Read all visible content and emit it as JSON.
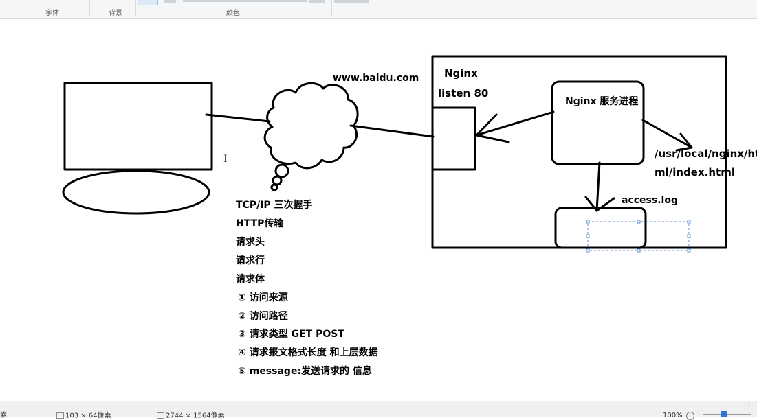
{
  "ribbon": {
    "font_group": "字体",
    "background_group": "背景",
    "color_group": "颜色"
  },
  "canvas": {
    "url_label": "www.baidu.com",
    "nginx_label": "Nginx",
    "listen_label": "listen 80",
    "process_label": "Nginx 服务进程",
    "path_line1": "/usr/local/nginx/ht",
    "path_line2": "ml/index.html",
    "log_label": "access.log",
    "notes": [
      "TCP/IP 三次握手",
      "HTTP传输",
      "请求头",
      "请求行",
      "请求体",
      "① 访问来源",
      "② 访问路径",
      "③ 请求类型 GET POST",
      "④ 请求报文格式长度  和上层数据",
      "⑤ message:发送请求的 信息"
    ]
  },
  "statusbar": {
    "left_cut": "素",
    "selection_size": "103 × 64像素",
    "image_size": "2744 × 1564像素",
    "zoom": "100%"
  },
  "colors": {
    "stroke": "#000000",
    "selection": "#5b8fd6",
    "ribbon_bg": "#f5f6f7",
    "status_bg": "#f0f0f0",
    "zoom_thumb": "#2a78d4"
  }
}
